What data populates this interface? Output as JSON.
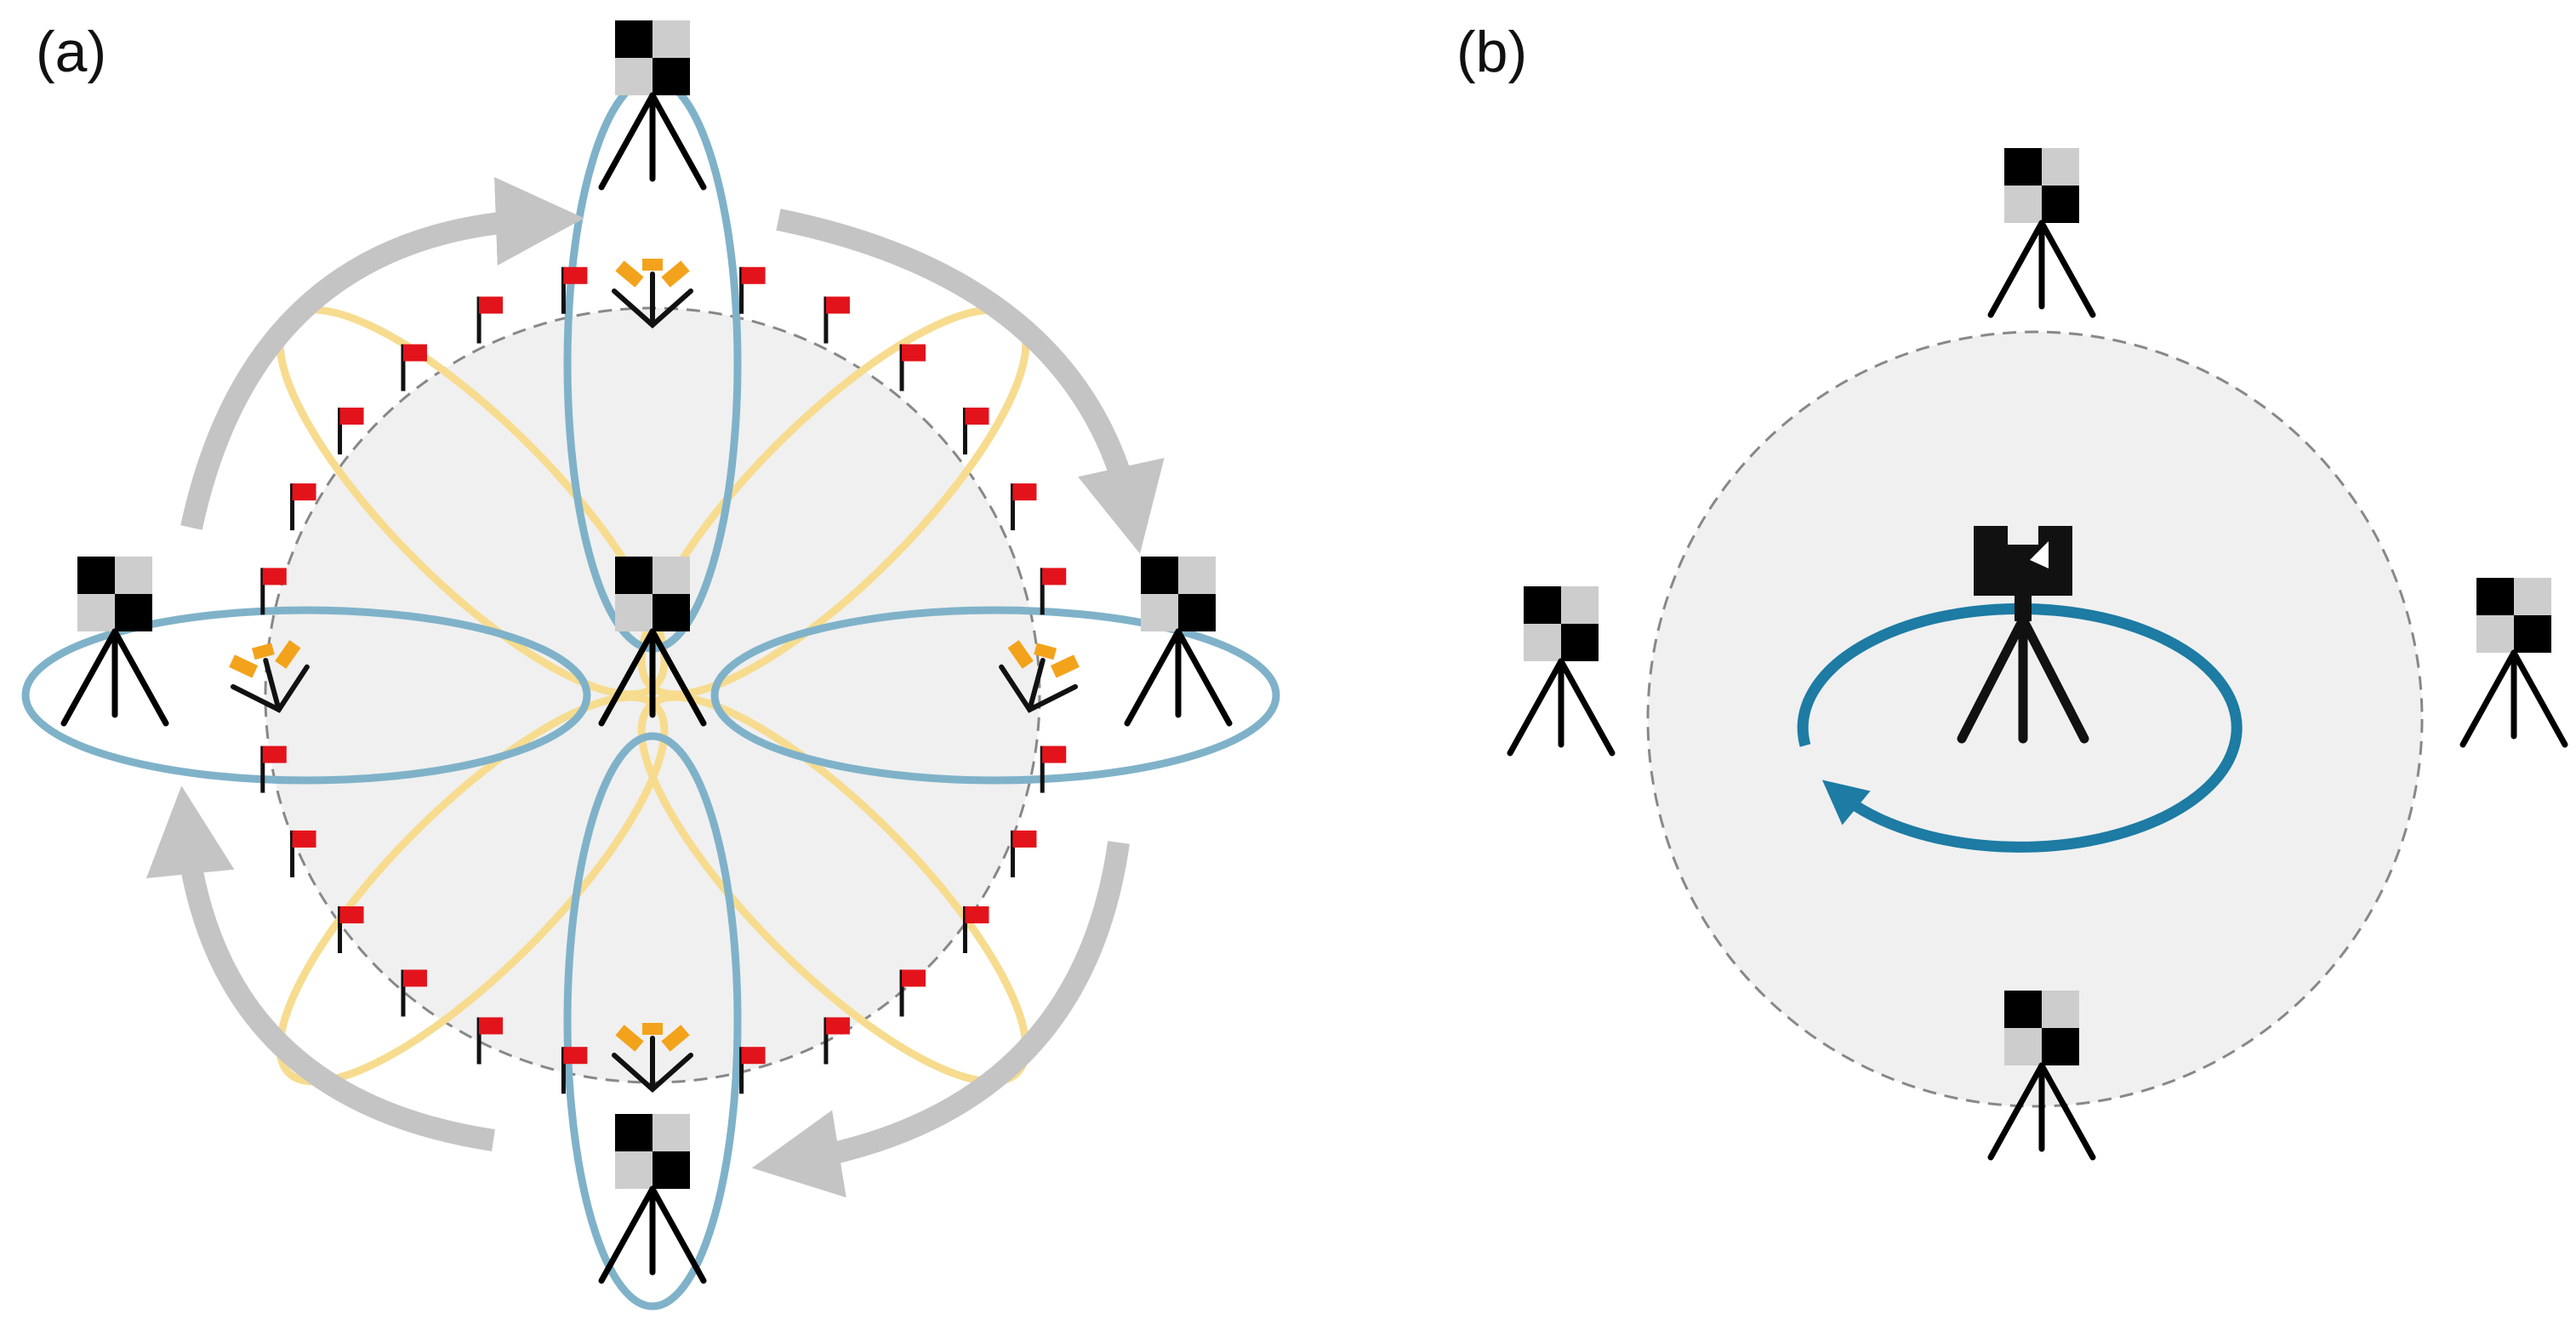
{
  "panels": [
    {
      "id": "a",
      "label": "(a)"
    },
    {
      "id": "b",
      "label": "(b)"
    }
  ],
  "colors": {
    "background": "#ffffff",
    "zone_fill": "#f0f0f0",
    "zone_border": "#888888",
    "blue_loop": "#7fb2c9",
    "yellow_loop": "#f7dc8f",
    "gray_arrow": "#c4c4c4",
    "rotation_arrow": "#1d7ba4",
    "flag_red": "#e3131b",
    "flag_pole": "#111111",
    "bracket_orange": "#f3a31b",
    "target_light": "#cdcdcd",
    "target_dark": "#000000"
  },
  "icons": {
    "scanner": "tripod-scanner-icon",
    "target": "checkerboard-target-icon",
    "flag": "red-flag-marker-icon",
    "bracket": "orange-bracket-target-icon",
    "rotation": "rotation-arrow-icon",
    "sequence": "curved-sequence-arrow-icon"
  }
}
